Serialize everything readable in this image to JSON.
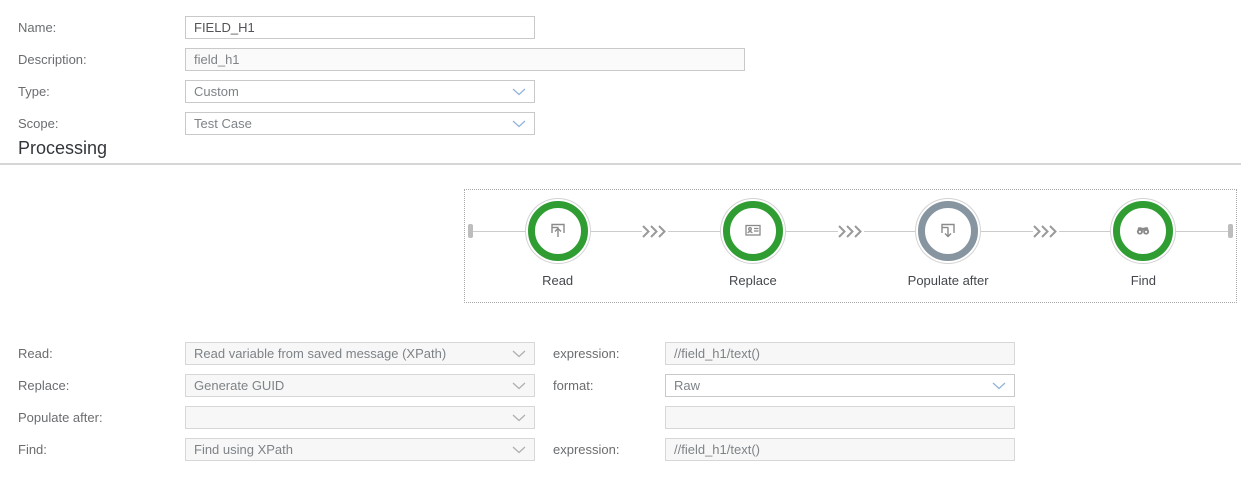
{
  "colors": {
    "positive_green": "#2F9D32",
    "neutral_gray": "#8795A1",
    "enabled_chevron_blue": "#92B5D9",
    "disabled_chevron_gray": "#B0B0B0"
  },
  "header_form": {
    "name": {
      "label": "Name:",
      "value": "FIELD_H1"
    },
    "description": {
      "label": "Description:",
      "value": "field_h1"
    },
    "type": {
      "label": "Type:",
      "value": "Custom"
    },
    "scope": {
      "label": "Scope:",
      "value": "Test Case"
    }
  },
  "section_title": "Processing",
  "process_flow": {
    "nodes": [
      {
        "label": "Read",
        "state": "positive",
        "icon": "upload-tray-icon"
      },
      {
        "label": "Replace",
        "state": "positive",
        "icon": "contact-card-icon"
      },
      {
        "label": "Populate after",
        "state": "neutral",
        "icon": "download-tray-icon"
      },
      {
        "label": "Find",
        "state": "positive",
        "icon": "binoculars-icon"
      }
    ]
  },
  "detail_form": {
    "read": {
      "label": "Read:",
      "method": "Read variable from saved message (XPath)",
      "param_label": "expression:",
      "param_value": "//field_h1/text()"
    },
    "replace": {
      "label": "Replace:",
      "method": "Generate GUID",
      "param_label": "format:",
      "param_value": "Raw"
    },
    "populate_after": {
      "label": "Populate after:",
      "method": "",
      "param_label": "",
      "param_value": ""
    },
    "find": {
      "label": "Find:",
      "method": "Find using XPath",
      "param_label": "expression:",
      "param_value": "//field_h1/text()"
    }
  }
}
